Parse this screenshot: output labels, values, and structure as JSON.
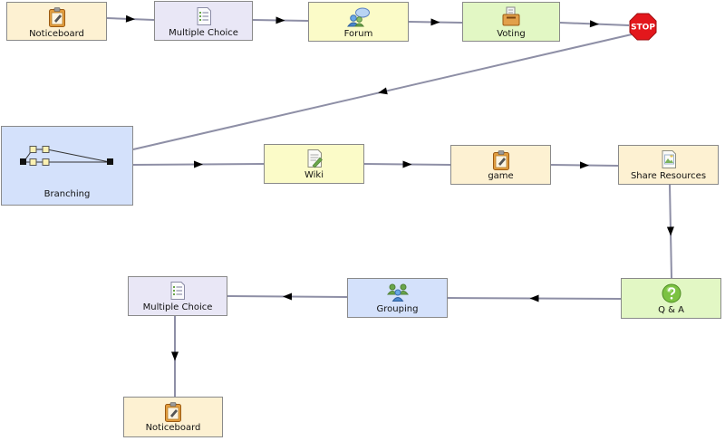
{
  "diagram": {
    "activities": [
      {
        "id": "noticeboard-1",
        "label": "Noticeboard",
        "icon": "noticeboard-icon"
      },
      {
        "id": "multiple-choice-1",
        "label": "Multiple Choice",
        "icon": "multiple-choice-icon"
      },
      {
        "id": "forum",
        "label": "Forum",
        "icon": "forum-icon"
      },
      {
        "id": "voting",
        "label": "Voting",
        "icon": "voting-icon"
      },
      {
        "id": "stop",
        "label": "STOP",
        "icon": "stop-icon"
      },
      {
        "id": "branching",
        "label": "Branching",
        "icon": "branching-icon"
      },
      {
        "id": "wiki",
        "label": "Wiki",
        "icon": "wiki-icon"
      },
      {
        "id": "game",
        "label": "game",
        "icon": "noticeboard-icon"
      },
      {
        "id": "share-resources",
        "label": "Share Resources",
        "icon": "share-resources-icon"
      },
      {
        "id": "qa",
        "label": "Q & A",
        "icon": "question-icon"
      },
      {
        "id": "grouping",
        "label": "Grouping",
        "icon": "grouping-icon"
      },
      {
        "id": "multiple-choice-2",
        "label": "Multiple Choice",
        "icon": "multiple-choice-icon"
      },
      {
        "id": "noticeboard-2",
        "label": "Noticeboard",
        "icon": "noticeboard-icon"
      }
    ],
    "transitions": [
      [
        "noticeboard-1",
        "multiple-choice-1"
      ],
      [
        "multiple-choice-1",
        "forum"
      ],
      [
        "forum",
        "voting"
      ],
      [
        "voting",
        "stop"
      ],
      [
        "stop",
        "branching"
      ],
      [
        "branching",
        "wiki"
      ],
      [
        "wiki",
        "game"
      ],
      [
        "game",
        "share-resources"
      ],
      [
        "share-resources",
        "qa"
      ],
      [
        "qa",
        "grouping"
      ],
      [
        "grouping",
        "multiple-choice-2"
      ],
      [
        "multiple-choice-2",
        "noticeboard-2"
      ]
    ],
    "colors": {
      "orange": "#fdf1d2",
      "purple": "#e9e7f6",
      "yellow": "#fbfbc8",
      "green": "#e2f7c4",
      "blue": "#d4e1fb",
      "connector": "#8e8fa6",
      "stop": "#e3171c"
    }
  }
}
